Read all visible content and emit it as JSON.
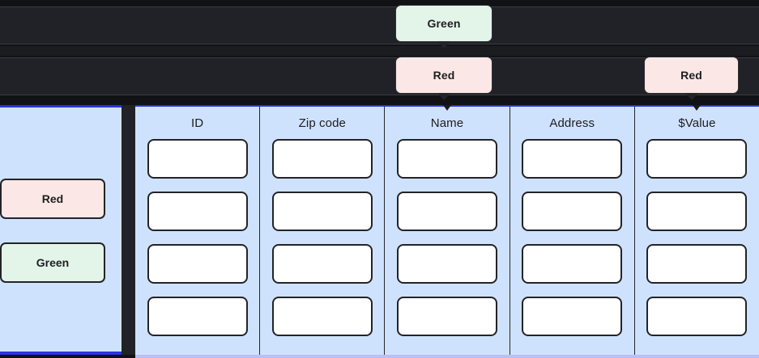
{
  "callouts": {
    "top": [
      {
        "id": "green-top",
        "label": "Green",
        "color": "#e3f4e8",
        "points_to": "Name"
      },
      {
        "id": "red-top",
        "label": "Red",
        "color": "#fbe7e5",
        "points_to": "Name"
      },
      {
        "id": "red-right",
        "label": "Red",
        "color": "#fbe7e5",
        "points_to": "$Value"
      }
    ],
    "side": [
      {
        "id": "red-side",
        "label": "Red",
        "color": "#fbe7e5"
      },
      {
        "id": "green-side",
        "label": "Green",
        "color": "#e3f4e8"
      }
    ]
  },
  "table": {
    "panel_bg": "#cfe2fd",
    "accent_border": "#2b32e0",
    "columns": [
      {
        "header": "ID",
        "cells": [
          "",
          "",
          "",
          ""
        ]
      },
      {
        "header": "Zip code",
        "cells": [
          "",
          "",
          "",
          ""
        ]
      },
      {
        "header": "Name",
        "cells": [
          "",
          "",
          "",
          ""
        ]
      },
      {
        "header": "Address",
        "cells": [
          "",
          "",
          "",
          ""
        ]
      },
      {
        "header": "$Value",
        "cells": [
          "",
          "",
          "",
          ""
        ]
      }
    ]
  }
}
